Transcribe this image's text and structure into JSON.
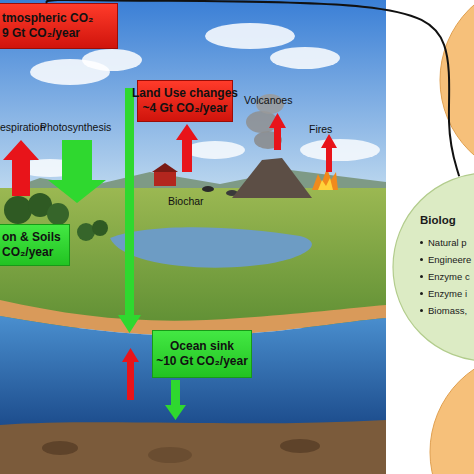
{
  "diagram": {
    "nodes": [
      {
        "text": [
          "tmospheric CO₂",
          "9 Gt CO₂/year"
        ]
      },
      {
        "text": [
          "Land Use changes",
          "~4 Gt CO₂/year"
        ]
      },
      {
        "text": [
          "on & Soils",
          "CO₂/year"
        ]
      },
      {
        "text": [
          "Ocean sink",
          "~10 Gt CO₂/year"
        ]
      },
      {
        "text": [
          "Biolog",
          "Natural p",
          "Engineere",
          "Enzyme c",
          "Enzyme i",
          "Biomass,"
        ]
      }
    ],
    "edges": [
      {
        "from": 0,
        "to": 4,
        "arrow": "none"
      }
    ],
    "labels": [
      "espiration",
      "Photosynthesis",
      "Volcanoes",
      "Fires",
      "Biochar"
    ]
  }
}
